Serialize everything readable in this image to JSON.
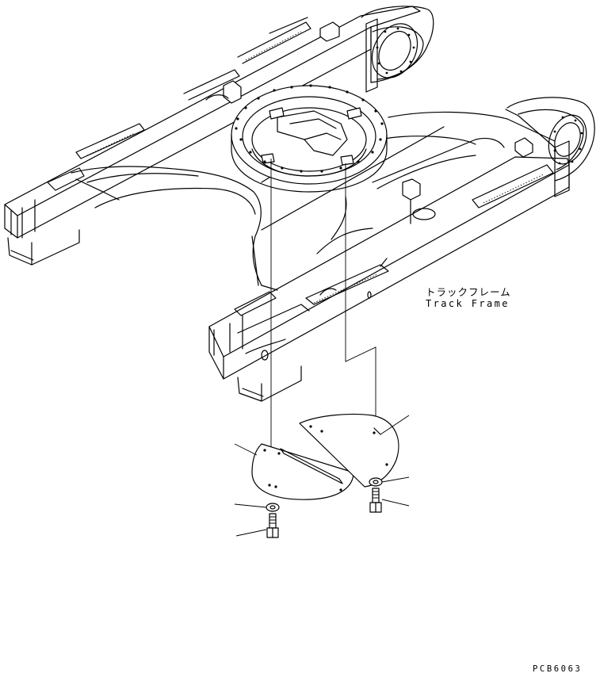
{
  "part": {
    "label_jp": "トラックフレーム",
    "label_en": "Track Frame"
  },
  "drawing": {
    "code": "PCB6063"
  },
  "colors": {
    "ink": "#000000",
    "paper": "#ffffff"
  }
}
